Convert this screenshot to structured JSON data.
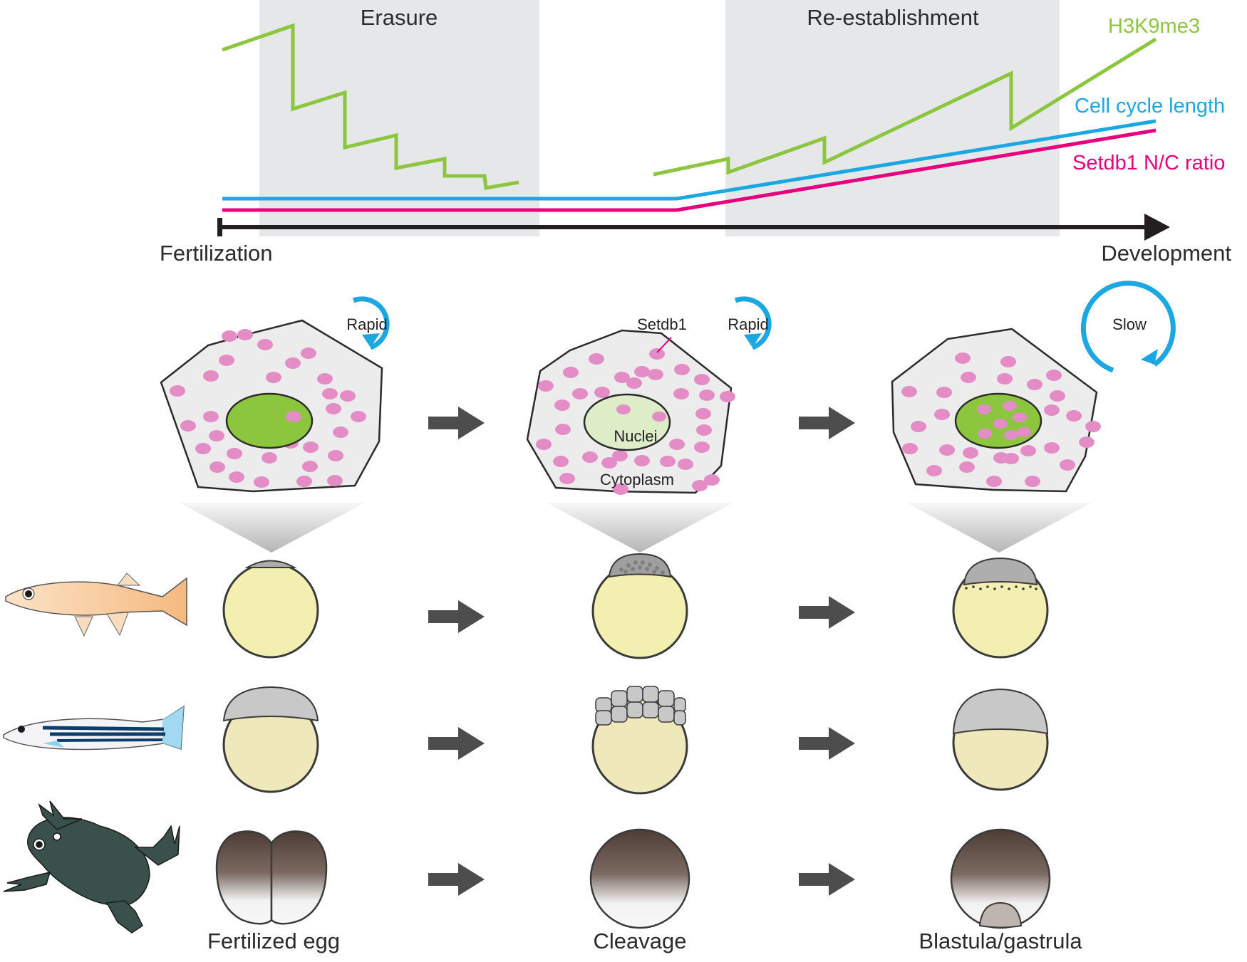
{
  "phases": {
    "erasure": "Erasure",
    "reestablishment": "Re-establishment"
  },
  "series": [
    {
      "name": "H3K9me3",
      "color": "#8cc63f"
    },
    {
      "name": "Cell cycle length",
      "color": "#1ba7e1"
    },
    {
      "name": "Setdb1 N/C ratio",
      "color": "#e6007e"
    }
  ],
  "timeline": {
    "start": "Fertilization",
    "end": "Development"
  },
  "cycle_speeds": [
    "Rapid",
    "Rapid",
    "Slow"
  ],
  "cell_labels": {
    "setdb1": "Setdb1",
    "nuclei": "Nuclei",
    "cytoplasm": "Cytoplasm"
  },
  "stages": [
    "Fertilized egg",
    "Cleavage",
    "Blastula/gastrula"
  ],
  "organisms": [
    "medaka-icon",
    "zebrafish-icon",
    "xenopus-frog-icon"
  ],
  "colors": {
    "shade": "#e6e7e8",
    "yolk_medaka": "#f2efb0",
    "yolk_zebrafish": "#efe8bb",
    "cell_fill": "#ececec",
    "nucleus_green": "#8cc63f",
    "nucleus_pale": "#dcedc8",
    "setdb1_dot": "#e38cc6",
    "arrow_dark": "#4d4d4d",
    "frog": "#3a504b"
  }
}
